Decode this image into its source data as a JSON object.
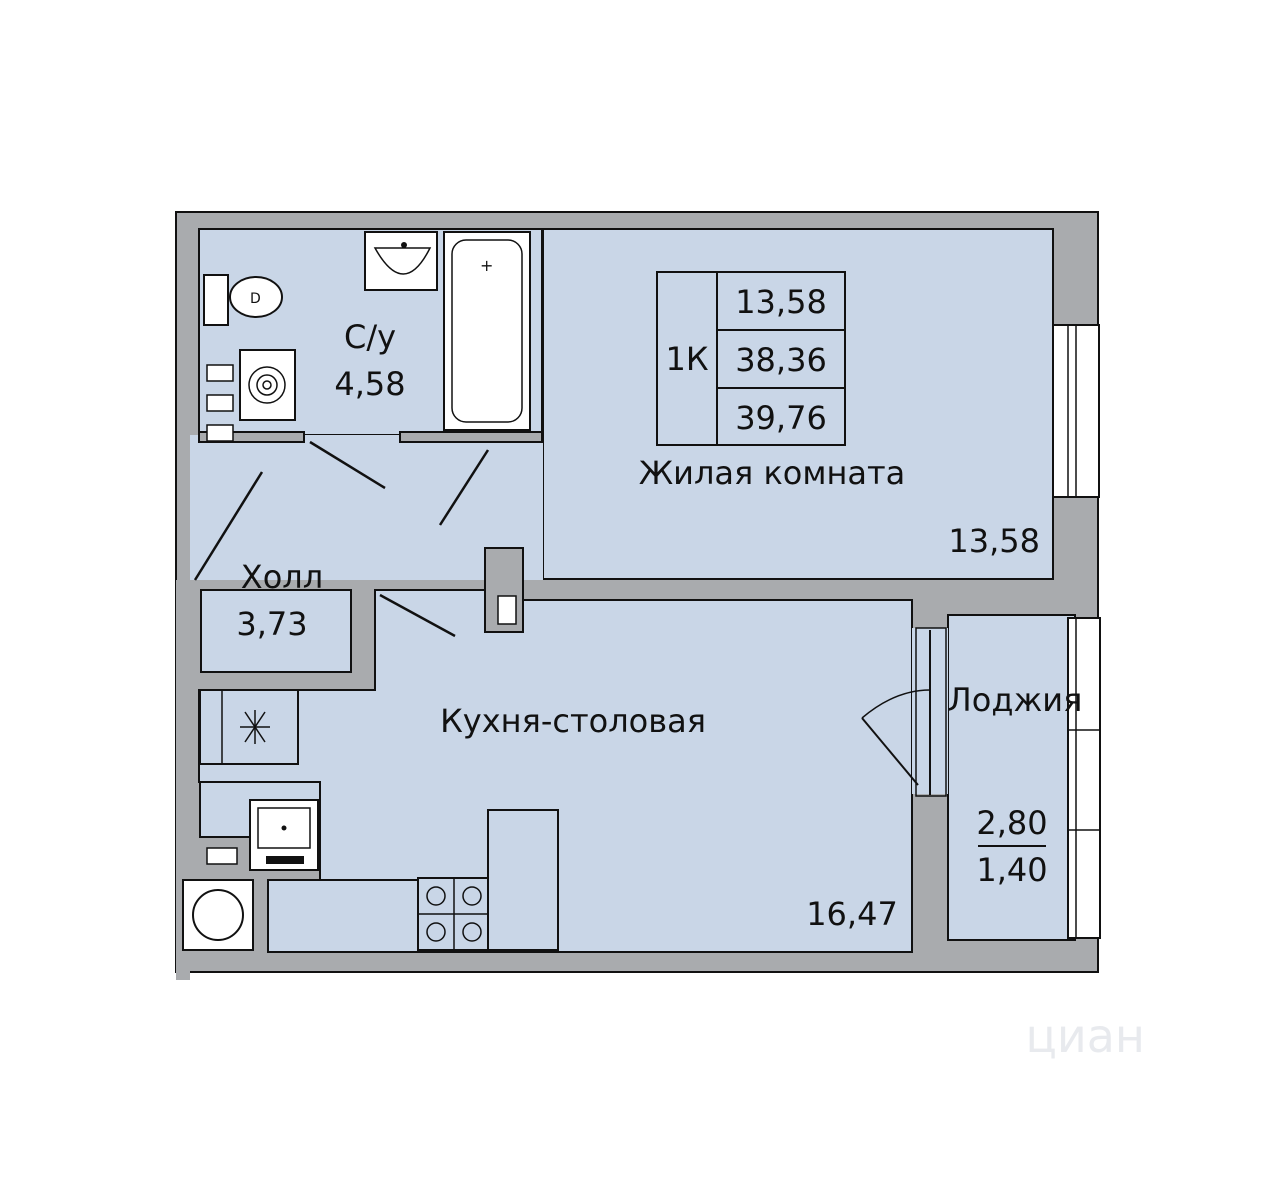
{
  "summary": {
    "type_label": "1К",
    "living_area": "13,58",
    "total_area": "38,36",
    "total_area_with_loggia": "39,76"
  },
  "rooms": {
    "bathroom": {
      "name": "С/у",
      "area": "4,58"
    },
    "living_room": {
      "name": "Жилая комната",
      "area": "13,58"
    },
    "hall": {
      "name": "Холл",
      "area": "3,73"
    },
    "kitchen": {
      "name": "Кухня-столовая",
      "area": "16,47"
    },
    "loggia": {
      "name": "Лоджия",
      "area": "2,80",
      "area_reduced": "1,40"
    }
  },
  "colors": {
    "room_fill": "#c9d6e7",
    "wall_fill": "#a9abae",
    "line": "#111111"
  },
  "watermark": "циан"
}
